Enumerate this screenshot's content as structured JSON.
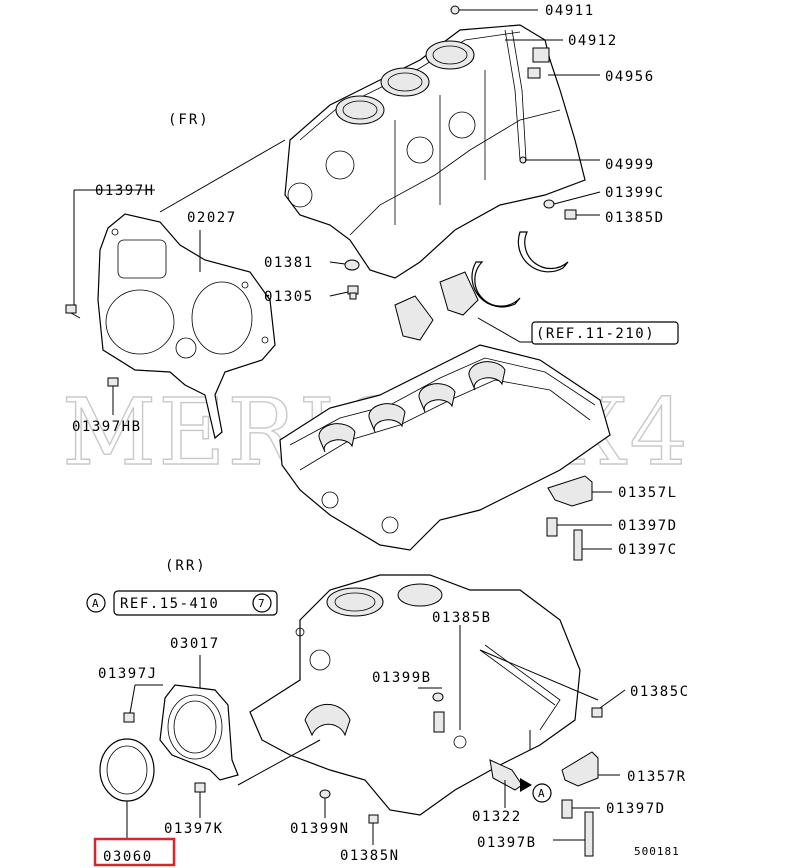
{
  "sections": {
    "fr": "(FR)",
    "rr": "(RR)"
  },
  "refs": {
    "ref_11_210": "(REF.11-210)",
    "ref_15_410": "REF.15-410",
    "ref_15_410_num": "7",
    "marker": "A"
  },
  "watermark": "MERIOSNX4",
  "diagram_id": "500181",
  "labels": {
    "p04911": "04911",
    "p04912": "04912",
    "p04956": "04956",
    "p04999": "04999",
    "p01399C": "01399C",
    "p01385D": "01385D",
    "p01397H": "01397H",
    "p02027": "02027",
    "p01381": "01381",
    "p01305": "01305",
    "p01397HB": "01397HB",
    "p01357L": "01357L",
    "p01397D_top": "01397D",
    "p01397C": "01397C",
    "p03017": "03017",
    "p01385B": "01385B",
    "p01397J": "01397J",
    "p01399B": "01399B",
    "p01385C": "01385C",
    "p01357R": "01357R",
    "p01322": "01322",
    "p01397D_bot": "01397D",
    "p01397K": "01397K",
    "p01399N": "01399N",
    "p01397B": "01397B",
    "p03060": "03060",
    "p01385N": "01385N"
  },
  "highlight_color": "#d9262c"
}
